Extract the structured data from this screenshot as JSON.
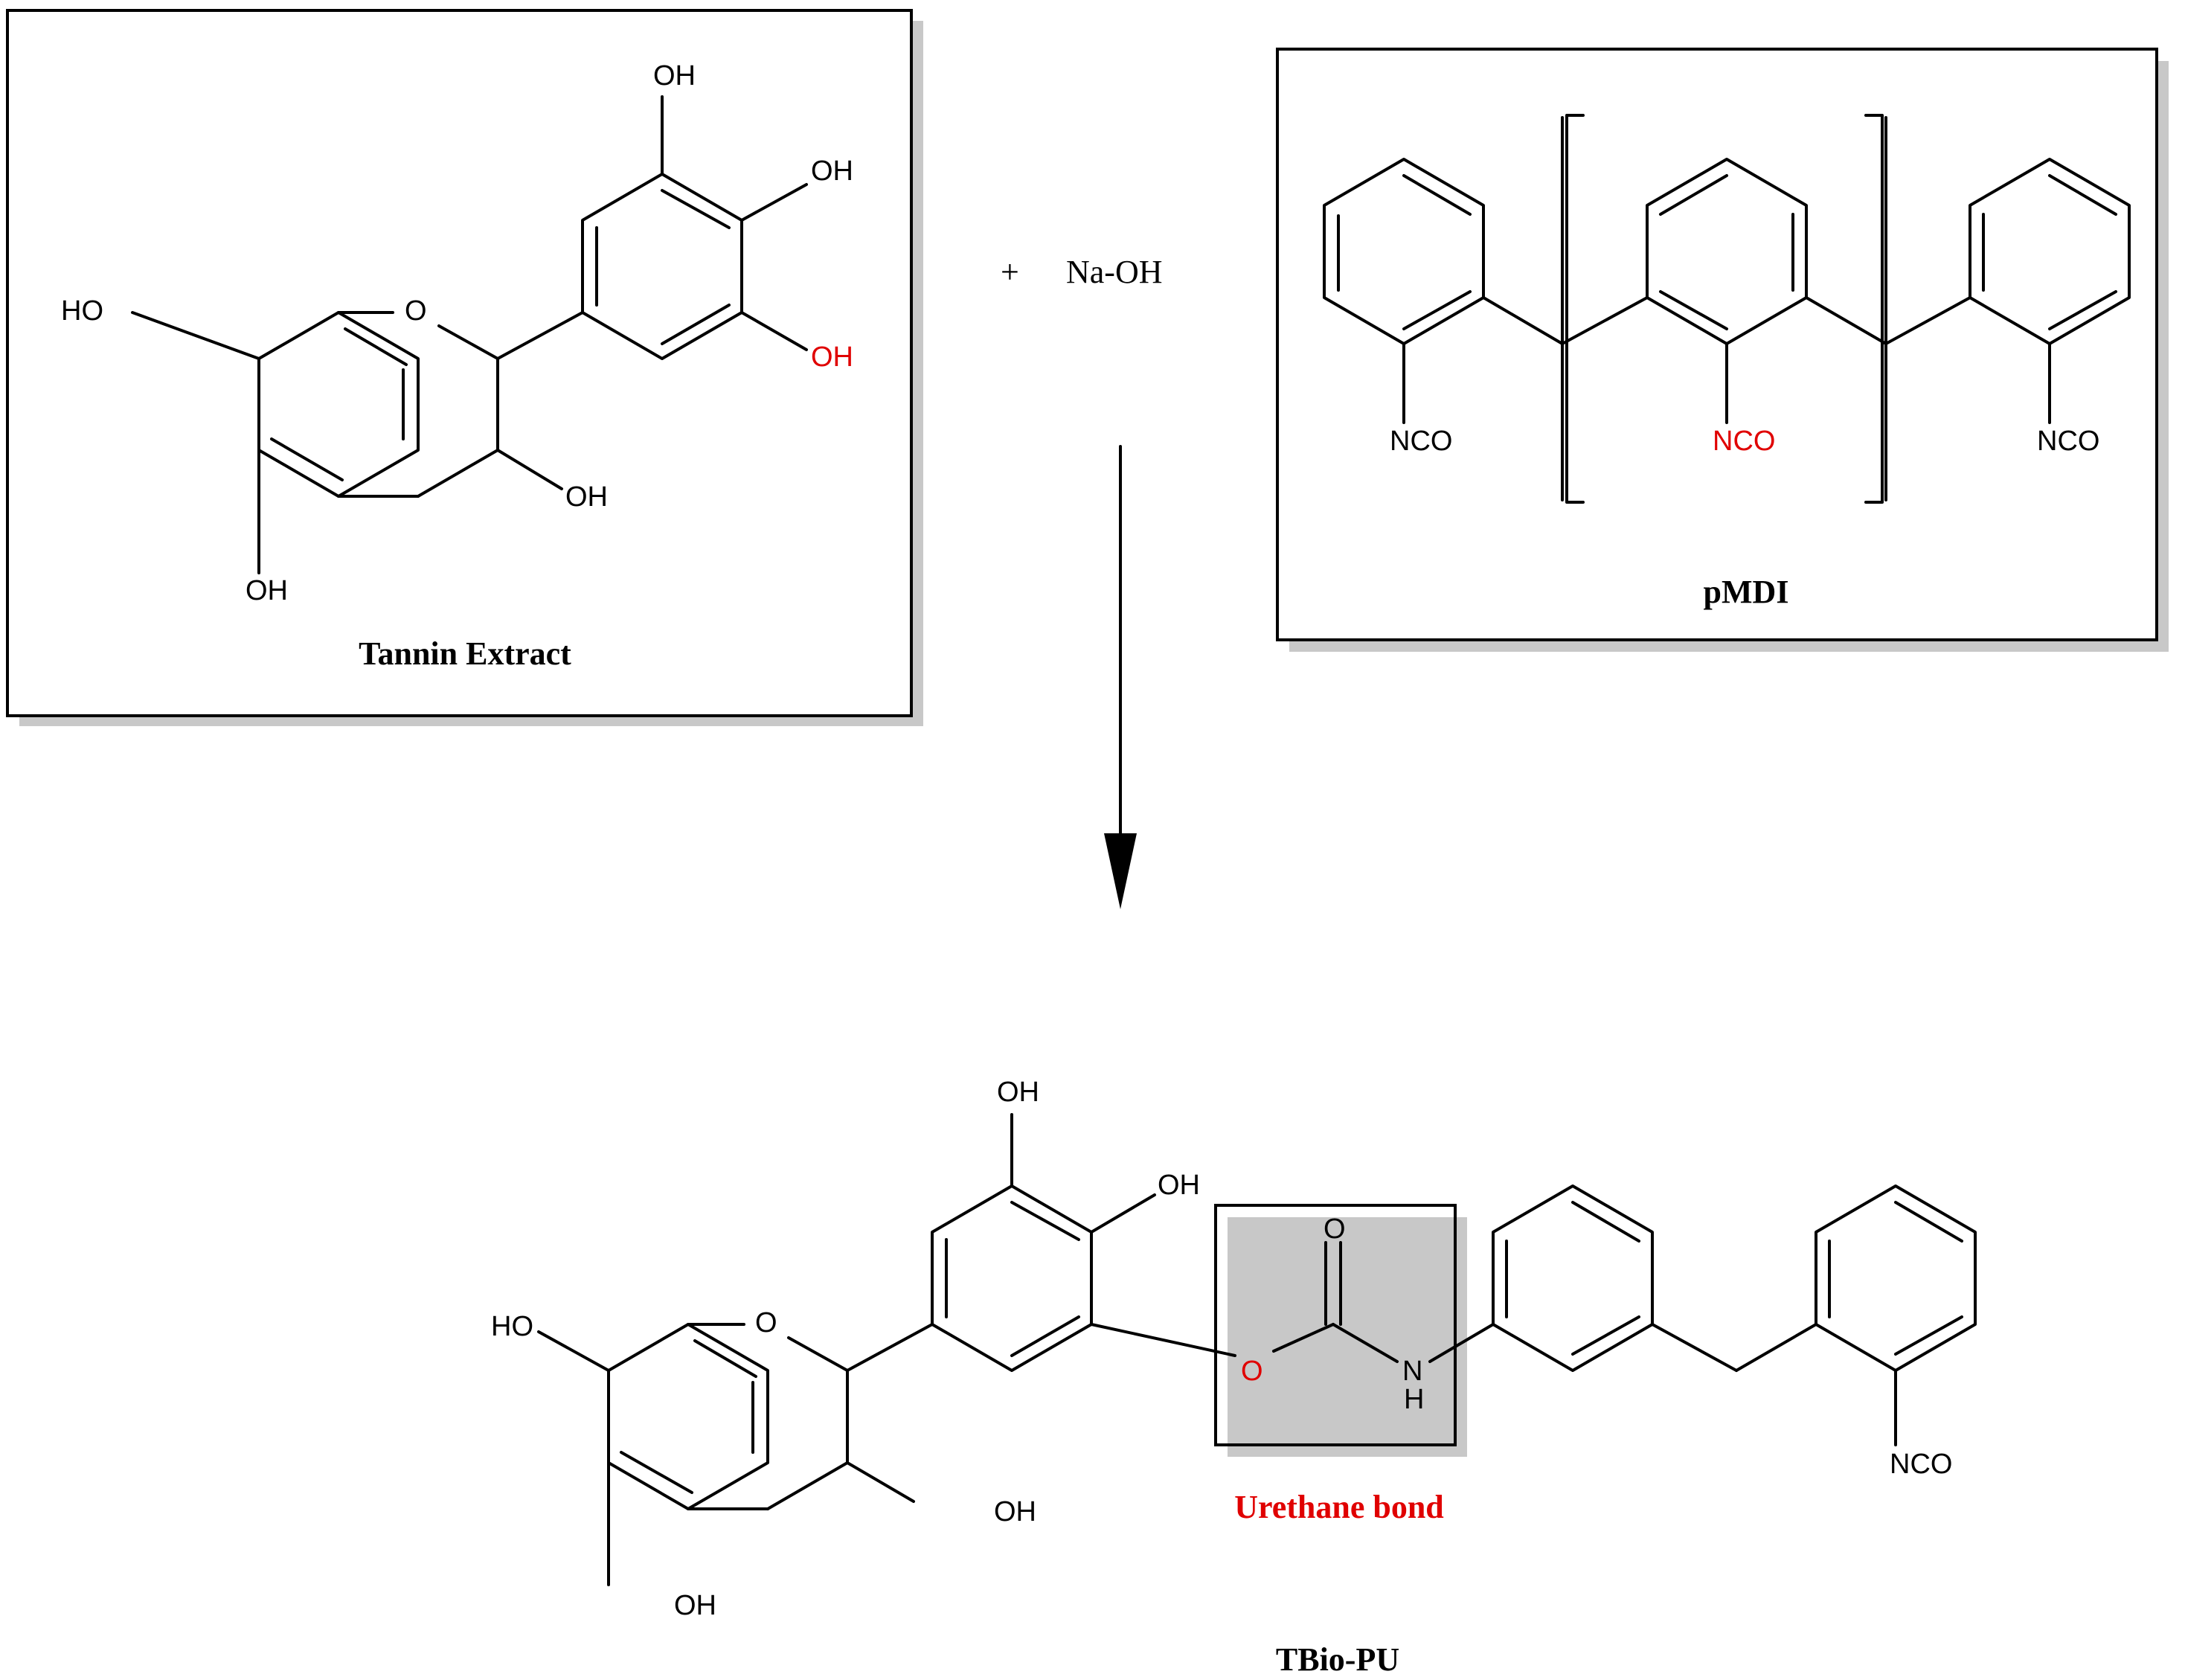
{
  "reactants": {
    "tannin": {
      "caption": "Tannin Extract",
      "groups": {
        "oh_top": "OH",
        "oh_right": "OH",
        "oh_reactive": "OH",
        "ring_o": "O",
        "oh_left": "HO",
        "oh_c3": "OH",
        "oh_bottom": "OH"
      }
    },
    "plus": "+",
    "catalyst": "Na-OH",
    "pmdi": {
      "caption": "pMDI",
      "groups": {
        "nco_left": "NCO",
        "nco_reactive": "NCO",
        "nco_right": "NCO"
      }
    }
  },
  "product": {
    "caption": "TBio-PU",
    "bond_label": "Urethane bond",
    "groups": {
      "oh_top": "OH",
      "oh_mid": "OH",
      "carbonyl_o": "O",
      "ring_o": "O",
      "oh_left": "HO",
      "ester_o": "O",
      "n": "N",
      "h": "H",
      "oh_c3": "OH",
      "oh_bottom": "OH",
      "nco": "NCO"
    }
  },
  "colors": {
    "line": "#000000",
    "highlight": "#e00000",
    "shadow": "#c8c8c8"
  }
}
